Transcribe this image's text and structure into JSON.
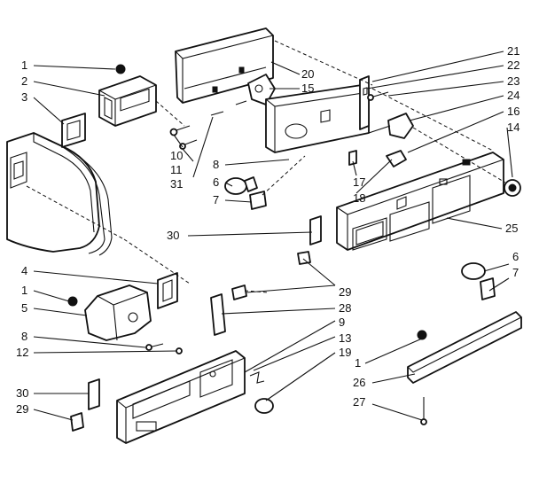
{
  "callouts": [
    {
      "id": "c1a",
      "text": "1"
    },
    {
      "id": "c2",
      "text": "2"
    },
    {
      "id": "c3",
      "text": "3"
    },
    {
      "id": "c4",
      "text": "4"
    },
    {
      "id": "c1b",
      "text": "1"
    },
    {
      "id": "c5",
      "text": "5"
    },
    {
      "id": "c8a",
      "text": "8"
    },
    {
      "id": "c12",
      "text": "12"
    },
    {
      "id": "c30a",
      "text": "30"
    },
    {
      "id": "c29a",
      "text": "29"
    },
    {
      "id": "c10",
      "text": "10"
    },
    {
      "id": "c11",
      "text": "11"
    },
    {
      "id": "c31",
      "text": "31"
    },
    {
      "id": "c8b",
      "text": "8"
    },
    {
      "id": "c6a",
      "text": "6"
    },
    {
      "id": "c7a",
      "text": "7"
    },
    {
      "id": "c30b",
      "text": "30"
    },
    {
      "id": "c20",
      "text": "20"
    },
    {
      "id": "c15",
      "text": "15"
    },
    {
      "id": "c17",
      "text": "17"
    },
    {
      "id": "c18",
      "text": "18"
    },
    {
      "id": "c29b",
      "text": "29"
    },
    {
      "id": "c28",
      "text": "28"
    },
    {
      "id": "c9",
      "text": "9"
    },
    {
      "id": "c13",
      "text": "13"
    },
    {
      "id": "c19",
      "text": "19"
    },
    {
      "id": "c21",
      "text": "21"
    },
    {
      "id": "c22",
      "text": "22"
    },
    {
      "id": "c23",
      "text": "23"
    },
    {
      "id": "c24",
      "text": "24"
    },
    {
      "id": "c16",
      "text": "16"
    },
    {
      "id": "c14",
      "text": "14"
    },
    {
      "id": "c25",
      "text": "25"
    },
    {
      "id": "c6b",
      "text": "6"
    },
    {
      "id": "c7b",
      "text": "7"
    },
    {
      "id": "c1c",
      "text": "1"
    },
    {
      "id": "c26",
      "text": "26"
    },
    {
      "id": "c27",
      "text": "27"
    }
  ]
}
